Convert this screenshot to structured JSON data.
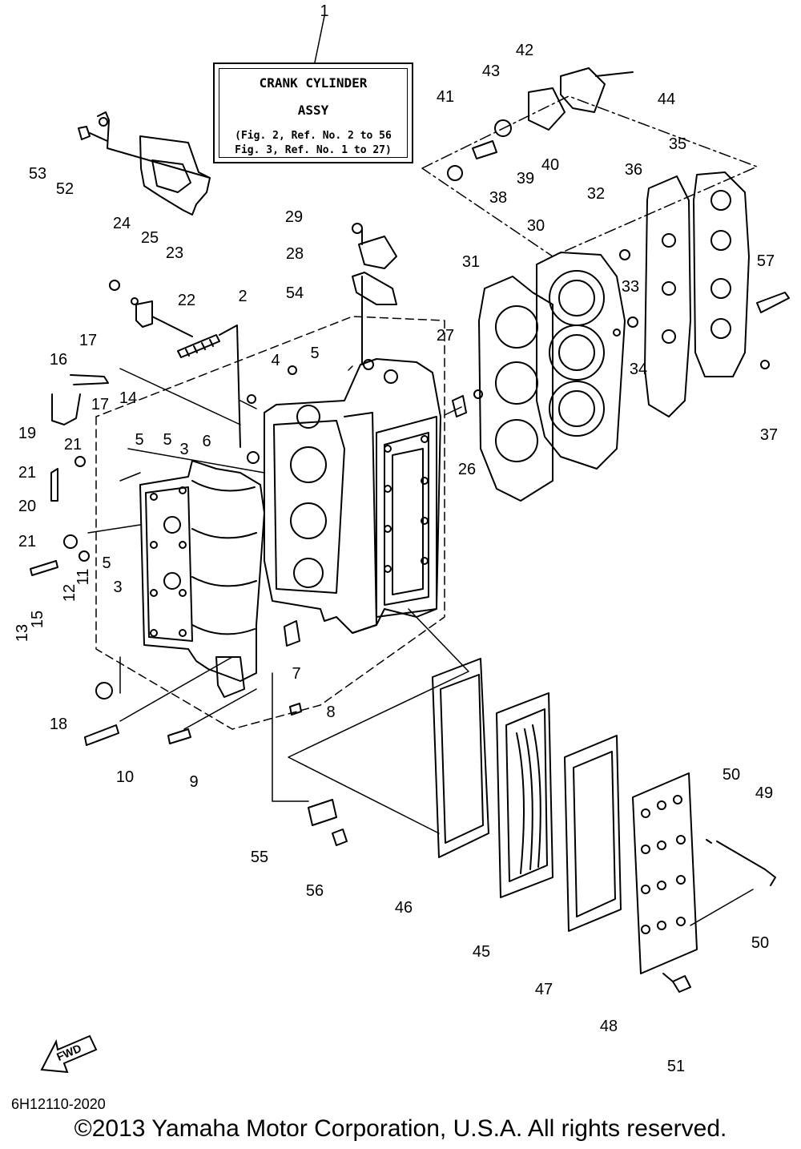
{
  "callout": {
    "ref": "1",
    "line1": "CRANK CYLINDER",
    "line2": "ASSY",
    "line3": "(Fig. 2, Ref. No. 2 to 56",
    "line4": "Fig. 3, Ref. No. 1 to 27)"
  },
  "fwd_label": "FWD",
  "diagram_code": "6H12110-2020",
  "copyright": "©2013 Yamaha Motor Corporation, U.S.A. All rights reserved.",
  "part_numbers": [
    "1",
    "2",
    "3",
    "3",
    "4",
    "5",
    "5",
    "5",
    "5",
    "6",
    "7",
    "8",
    "9",
    "10",
    "11",
    "12",
    "13",
    "14",
    "15",
    "16",
    "17",
    "17",
    "18",
    "19",
    "20",
    "21",
    "21",
    "21",
    "22",
    "23",
    "24",
    "25",
    "26",
    "27",
    "28",
    "29",
    "30",
    "31",
    "32",
    "33",
    "34",
    "35",
    "36",
    "37",
    "38",
    "39",
    "40",
    "41",
    "42",
    "43",
    "44",
    "45",
    "46",
    "47",
    "48",
    "49",
    "50",
    "50",
    "51",
    "52",
    "53",
    "54",
    "55",
    "56",
    "57"
  ]
}
